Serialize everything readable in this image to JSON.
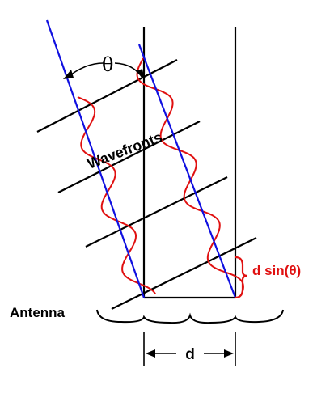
{
  "labels": {
    "theta": "θ",
    "wavefronts": "Wavefronts",
    "antenna": "Antenna",
    "d": "d",
    "d_sin_theta": "d sin(θ)"
  },
  "colors": {
    "line": "#000000",
    "ray": "#1010e0",
    "wave": "#e01010",
    "annotation": "#e01010",
    "background": "#ffffff"
  }
}
